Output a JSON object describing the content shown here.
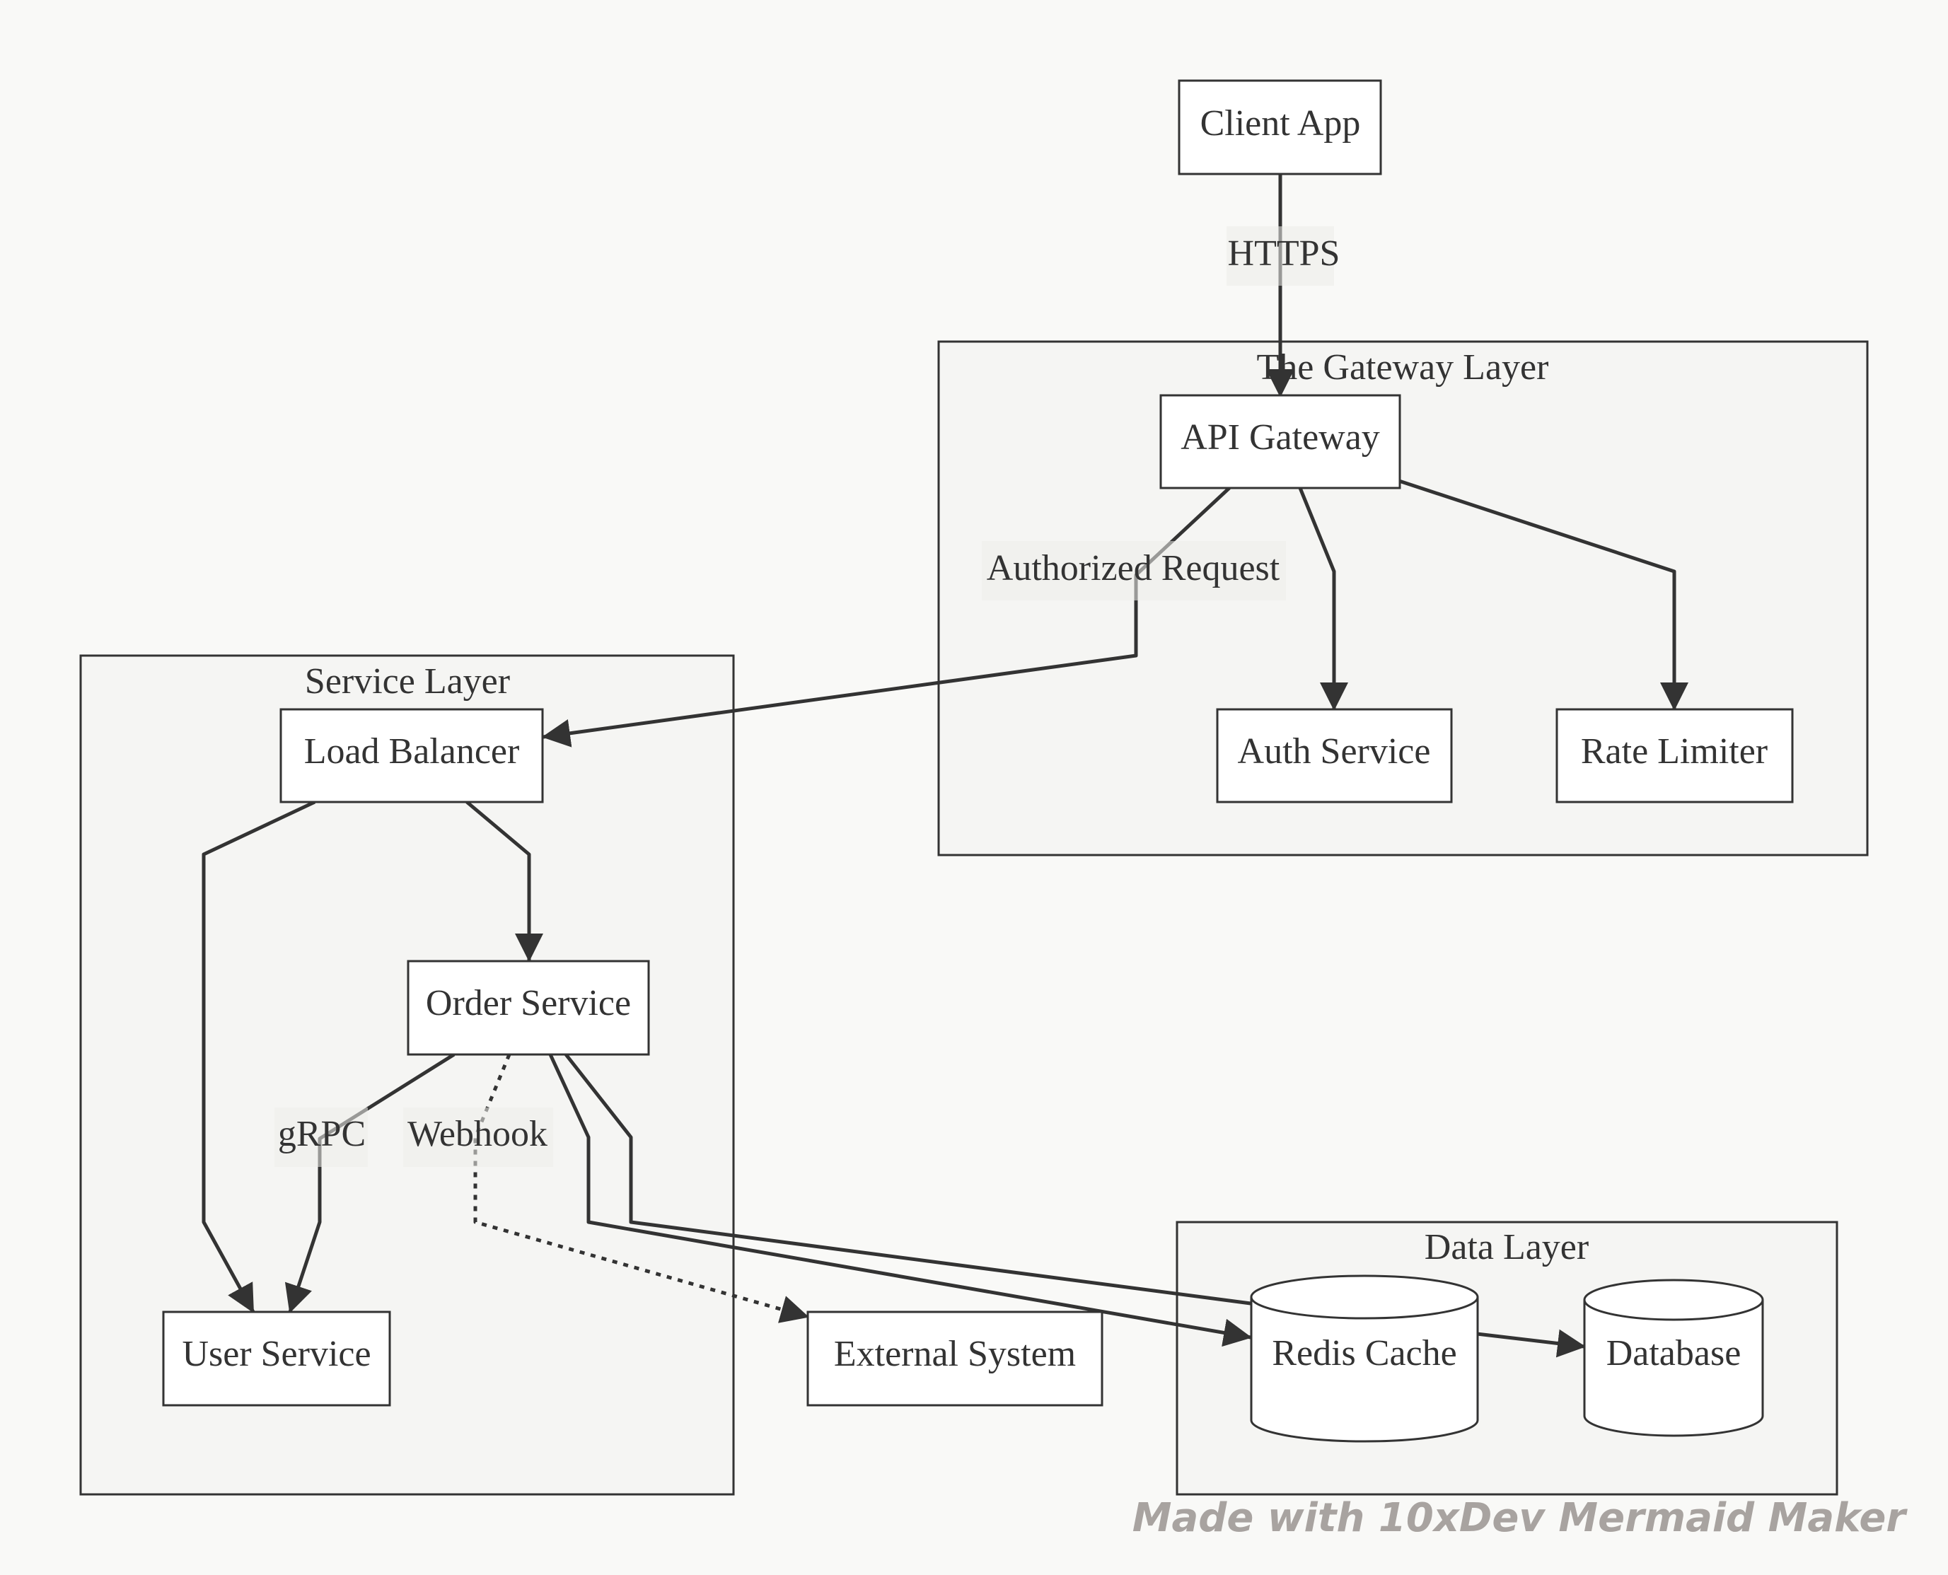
{
  "diagram": {
    "type": "flowchart",
    "clusters": {
      "gateway": "The Gateway Layer",
      "service": "Service Layer",
      "data": "Data Layer"
    },
    "nodes": {
      "client_app": "Client App",
      "api_gateway": "API Gateway",
      "auth_service": "Auth Service",
      "rate_limiter": "Rate Limiter",
      "load_balancer": "Load Balancer",
      "order_service": "Order Service",
      "user_service": "User Service",
      "external_system": "External System",
      "redis_cache": "Redis Cache",
      "database": "Database"
    },
    "edges": [
      {
        "from": "Client App",
        "to": "API Gateway",
        "label": "HTTPS",
        "style": "solid"
      },
      {
        "from": "API Gateway",
        "to": "Load Balancer",
        "label": "Authorized Request",
        "style": "solid"
      },
      {
        "from": "API Gateway",
        "to": "Auth Service",
        "label": "",
        "style": "solid"
      },
      {
        "from": "API Gateway",
        "to": "Rate Limiter",
        "label": "",
        "style": "solid"
      },
      {
        "from": "Load Balancer",
        "to": "User Service",
        "label": "",
        "style": "solid"
      },
      {
        "from": "Load Balancer",
        "to": "Order Service",
        "label": "",
        "style": "solid"
      },
      {
        "from": "Order Service",
        "to": "User Service",
        "label": "gRPC",
        "style": "solid"
      },
      {
        "from": "Order Service",
        "to": "External System",
        "label": "Webhook",
        "style": "dotted"
      },
      {
        "from": "Order Service",
        "to": "Redis Cache",
        "label": "",
        "style": "solid"
      },
      {
        "from": "Order Service",
        "to": "Database",
        "label": "",
        "style": "solid"
      },
      {
        "from": "Redis Cache",
        "to": "Database",
        "label": "",
        "style": "solid"
      }
    ],
    "edge_labels": {
      "https": "HTTPS",
      "authorized_request": "Authorized Request",
      "grpc": "gRPC",
      "webhook": "Webhook"
    }
  },
  "watermark": "Made with 10xDev Mermaid Maker",
  "colors": {
    "background": "#f9f9f7",
    "cluster_fill": "#f5f5f3",
    "node_fill": "#ffffff",
    "stroke": "#333333",
    "watermark": "#a8a3a0"
  }
}
